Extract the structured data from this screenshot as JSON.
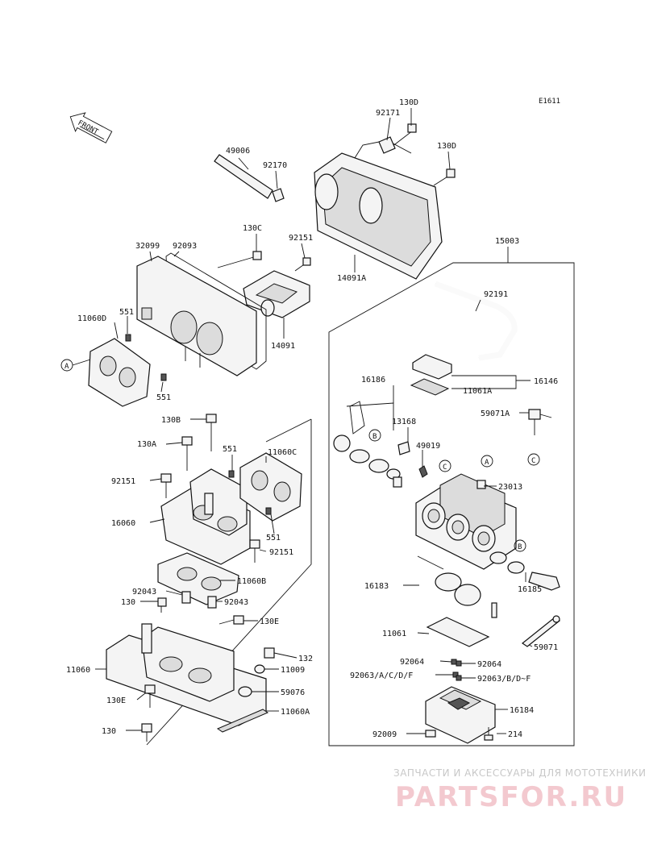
{
  "diagram_code": "E1611",
  "front_label": "FRONT",
  "parts": [
    {
      "key": "p92171",
      "text": "92171"
    },
    {
      "key": "p130D_a",
      "text": "130D"
    },
    {
      "key": "p130D_b",
      "text": "130D"
    },
    {
      "key": "p49006",
      "text": "49006"
    },
    {
      "key": "p92170",
      "text": "92170"
    },
    {
      "key": "p130C",
      "text": "130C"
    },
    {
      "key": "p32099",
      "text": "32099"
    },
    {
      "key": "p92093",
      "text": "92093"
    },
    {
      "key": "p92151_a",
      "text": "92151"
    },
    {
      "key": "p14091A",
      "text": "14091A"
    },
    {
      "key": "p15003",
      "text": "15003"
    },
    {
      "key": "p11060D",
      "text": "11060D"
    },
    {
      "key": "p551_a",
      "text": "551"
    },
    {
      "key": "p14091",
      "text": "14091"
    },
    {
      "key": "p92191",
      "text": "92191"
    },
    {
      "key": "p551_b",
      "text": "551"
    },
    {
      "key": "p16146",
      "text": "16146"
    },
    {
      "key": "p16186",
      "text": "16186"
    },
    {
      "key": "p11061A",
      "text": "11061A"
    },
    {
      "key": "p130B",
      "text": "130B"
    },
    {
      "key": "p13168",
      "text": "13168"
    },
    {
      "key": "p59071A",
      "text": "59071A"
    },
    {
      "key": "p130A",
      "text": "130A"
    },
    {
      "key": "p551_c",
      "text": "551"
    },
    {
      "key": "p11060C",
      "text": "11060C"
    },
    {
      "key": "p49019",
      "text": "49019"
    },
    {
      "key": "p92151_b",
      "text": "92151"
    },
    {
      "key": "p23013",
      "text": "23013"
    },
    {
      "key": "p16060",
      "text": "16060"
    },
    {
      "key": "p551_d",
      "text": "551"
    },
    {
      "key": "p92151_c",
      "text": "92151"
    },
    {
      "key": "p11060B",
      "text": "11060B"
    },
    {
      "key": "p16183",
      "text": "16183"
    },
    {
      "key": "p92043_a",
      "text": "92043"
    },
    {
      "key": "p130",
      "text": "130"
    },
    {
      "key": "p92043_b",
      "text": "92043"
    },
    {
      "key": "p16185",
      "text": "16185"
    },
    {
      "key": "p130E_a",
      "text": "130E"
    },
    {
      "key": "p11061",
      "text": "11061"
    },
    {
      "key": "p59071",
      "text": "59071"
    },
    {
      "key": "p132",
      "text": "132"
    },
    {
      "key": "p11009",
      "text": "11009"
    },
    {
      "key": "p92064_a",
      "text": "92064"
    },
    {
      "key": "p92064_b",
      "text": "92064"
    },
    {
      "key": "p11060",
      "text": "11060"
    },
    {
      "key": "p92063_a",
      "text": "92063/A/C/D/F"
    },
    {
      "key": "p92063_b",
      "text": "92063/B/D~F"
    },
    {
      "key": "p59076",
      "text": "59076"
    },
    {
      "key": "p130E_b",
      "text": "130E"
    },
    {
      "key": "p16184",
      "text": "16184"
    },
    {
      "key": "p11060A",
      "text": "11060A"
    },
    {
      "key": "p130_b",
      "text": "130"
    },
    {
      "key": "p92009",
      "text": "92009"
    },
    {
      "key": "p214",
      "text": "214"
    }
  ],
  "callouts": [
    {
      "key": "cA1",
      "text": "A"
    },
    {
      "key": "cB1",
      "text": "B"
    },
    {
      "key": "cC1",
      "text": "C"
    },
    {
      "key": "cC2",
      "text": "C"
    },
    {
      "key": "cA2",
      "text": "A"
    },
    {
      "key": "cB2",
      "text": "B"
    }
  ],
  "watermark": {
    "tagline": "ЗАПЧАСТИ И АКСЕССУАРЫ ДЛЯ МОТОТЕХНИКИ",
    "brand": "PARTSFOR.RU"
  }
}
